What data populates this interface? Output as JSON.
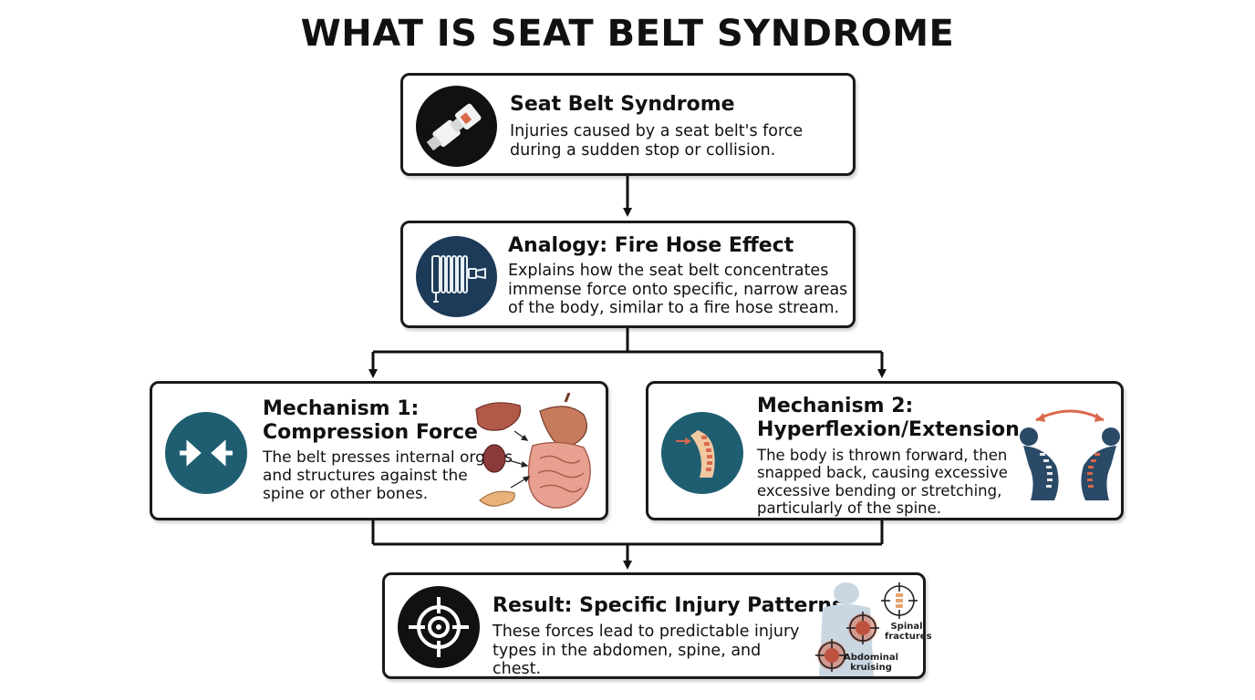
{
  "title": "WHAT IS SEAT BELT SYNDROME",
  "boxes": {
    "definition": {
      "title": "Seat Belt Syndrome",
      "desc": "Injuries caused by a seat belt's force during a sudden stop or collision.",
      "icon": "seat-belt-buckle-icon"
    },
    "analogy": {
      "title": "Analogy: Fire Hose Effect",
      "desc": "Explains how the seat belt concentrates immense force onto specific, narrow areas of the body, similar to a fire hose stream.",
      "icon": "fire-hose-icon"
    },
    "mechanism1": {
      "title_line1": "Mechanism 1:",
      "title_line2": "Compression Force",
      "desc": "The belt presses internal organs and structures against the spine or other bones.",
      "icon": "compression-arrows-icon"
    },
    "mechanism2": {
      "title_line1": "Mechanism 2:",
      "title_line2": "Hyperflexion/Extension",
      "desc": "The body is thrown forward, then snapped back, causing excessive excessive bending or stretching, particularly of the spine.",
      "icon": "spine-icon"
    },
    "result": {
      "title": "Result: Specific Injury Patterns",
      "desc": "These forces lead to predictable injury types in the abdomen, spine, and chest.",
      "icon": "target-icon",
      "labels": {
        "spinal": "Spinal fractures",
        "abdominal": "Abdominal kruising"
      }
    }
  },
  "colors": {
    "dark_navy": "#1d3a58",
    "teal": "#1e5e70",
    "black": "#111111",
    "accent_orange": "#d9684a"
  }
}
